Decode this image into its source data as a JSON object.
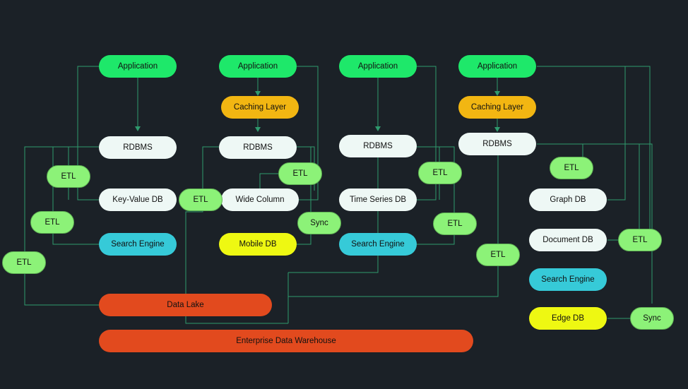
{
  "colors": {
    "background": "#1b2127",
    "line": "#2f9a6e",
    "application": "#1ee86a",
    "database": "#eef8f5",
    "caching": "#f2b612",
    "search": "#36cad8",
    "edge_mobile": "#eef812",
    "warehouse": "#e24a1e",
    "etl": "#8cf278"
  },
  "columns": [
    {
      "application": "Application",
      "rdbms": "RDBMS",
      "store": "Key-Value DB",
      "search": "Search Engine"
    },
    {
      "application": "Application",
      "cache": "Caching Layer",
      "rdbms": "RDBMS",
      "store": "Wide Column",
      "mobile": "Mobile DB"
    },
    {
      "application": "Application",
      "rdbms": "RDBMS",
      "store": "Time Series DB",
      "search": "Search Engine"
    },
    {
      "application": "Application",
      "cache": "Caching Layer",
      "rdbms": "RDBMS",
      "graph": "Graph DB",
      "document": "Document DB",
      "search": "Search Engine",
      "edge": "Edge DB"
    }
  ],
  "connectors": {
    "etl_label": "ETL",
    "sync_label": "Sync"
  },
  "sinks": {
    "data_lake": "Data Lake",
    "warehouse": "Enterprise Data Warehouse"
  }
}
